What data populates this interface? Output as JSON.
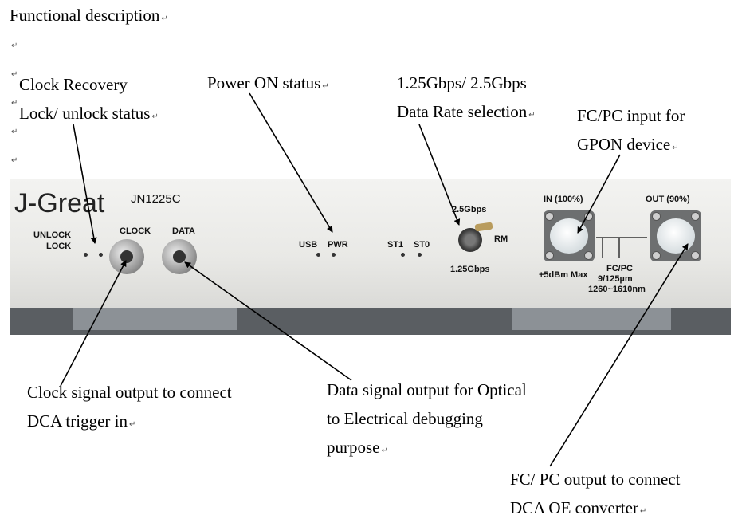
{
  "heading": "Functional description",
  "return_mark": "↵",
  "labels": {
    "clock_recovery": "Clock Recovery",
    "lock_status": "Lock/ unlock status",
    "power_on": "Power ON status",
    "rate_line1": "1.25Gbps/ 2.5Gbps",
    "rate_line2": "Data Rate selection",
    "fc_input_line1": "FC/PC input for",
    "fc_input_line2": "GPON device",
    "clock_output_line1": "Clock signal output to connect",
    "clock_output_line2": "DCA trigger in",
    "data_output_line1": "Data signal output for Optical",
    "data_output_line2": "to Electrical debugging",
    "data_output_line3": "purpose",
    "fc_output_line1": "FC/ PC output to connect",
    "fc_output_line2": "DCA OE converter"
  },
  "device": {
    "brand": "J-Great",
    "model": "JN1225C",
    "unlock": "UNLOCK",
    "lock": "LOCK",
    "clock": "CLOCK",
    "data": "DATA",
    "usb": "USB",
    "pwr": "PWR",
    "st1": "ST1",
    "st0": "ST0",
    "rate_high": "2.5Gbps",
    "rate_low": "1.25Gbps",
    "rm": "RM",
    "in_label": "IN (100%)",
    "out_label": "OUT (90%)",
    "max_power": "+5dBm Max",
    "fiber_type": "FC/PC",
    "fiber_core": "9/125µm",
    "wavelength": "1260~1610nm"
  }
}
